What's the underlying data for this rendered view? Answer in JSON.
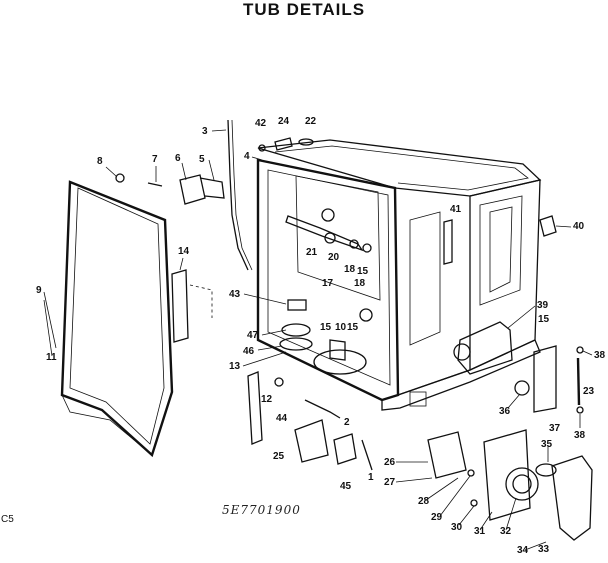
{
  "title": "TUB DETAILS",
  "corner_label": "C5",
  "diagram_code": "5E7701900",
  "callouts": [
    {
      "id": "c1",
      "text": "1"
    },
    {
      "id": "c2",
      "text": "2"
    },
    {
      "id": "c3",
      "text": "3"
    },
    {
      "id": "c4",
      "text": "4"
    },
    {
      "id": "c5",
      "text": "5"
    },
    {
      "id": "c6",
      "text": "6"
    },
    {
      "id": "c7",
      "text": "7"
    },
    {
      "id": "c8",
      "text": "8"
    },
    {
      "id": "c9",
      "text": "9"
    },
    {
      "id": "c10",
      "text": "10"
    },
    {
      "id": "c11",
      "text": "11"
    },
    {
      "id": "c12",
      "text": "12"
    },
    {
      "id": "c13",
      "text": "13"
    },
    {
      "id": "c14",
      "text": "14"
    },
    {
      "id": "c15a",
      "text": "15"
    },
    {
      "id": "c15b",
      "text": "15"
    },
    {
      "id": "c15c",
      "text": "15"
    },
    {
      "id": "c15d",
      "text": "15"
    },
    {
      "id": "c17",
      "text": "17"
    },
    {
      "id": "c18a",
      "text": "18"
    },
    {
      "id": "c18b",
      "text": "18"
    },
    {
      "id": "c20",
      "text": "20"
    },
    {
      "id": "c21",
      "text": "21"
    },
    {
      "id": "c22",
      "text": "22"
    },
    {
      "id": "c23",
      "text": "23"
    },
    {
      "id": "c24",
      "text": "24"
    },
    {
      "id": "c25",
      "text": "25"
    },
    {
      "id": "c26",
      "text": "26"
    },
    {
      "id": "c27",
      "text": "27"
    },
    {
      "id": "c28",
      "text": "28"
    },
    {
      "id": "c29",
      "text": "29"
    },
    {
      "id": "c30",
      "text": "30"
    },
    {
      "id": "c31",
      "text": "31"
    },
    {
      "id": "c32",
      "text": "32"
    },
    {
      "id": "c33",
      "text": "33"
    },
    {
      "id": "c34",
      "text": "34"
    },
    {
      "id": "c35",
      "text": "35"
    },
    {
      "id": "c36",
      "text": "36"
    },
    {
      "id": "c37",
      "text": "37"
    },
    {
      "id": "c38a",
      "text": "38"
    },
    {
      "id": "c38b",
      "text": "38"
    },
    {
      "id": "c39",
      "text": "39"
    },
    {
      "id": "c40",
      "text": "40"
    },
    {
      "id": "c41",
      "text": "41"
    },
    {
      "id": "c42",
      "text": "42"
    },
    {
      "id": "c43",
      "text": "43"
    },
    {
      "id": "c44",
      "text": "44"
    },
    {
      "id": "c45",
      "text": "45"
    },
    {
      "id": "c46",
      "text": "46"
    },
    {
      "id": "c47",
      "text": "47"
    }
  ]
}
